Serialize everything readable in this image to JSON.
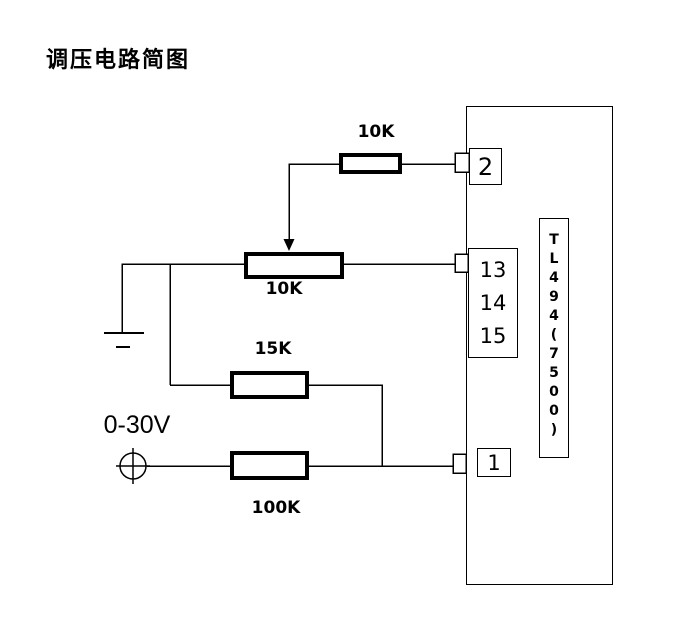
{
  "title": "调压电路简图",
  "input": {
    "label": "0-30V"
  },
  "resistors": {
    "top": "10K",
    "pot": "10K",
    "mid": "15K",
    "bottom": "100K"
  },
  "ic": {
    "name": "TL494(7500)",
    "pin_top": "2",
    "pin_group": [
      "13",
      "14",
      "15"
    ],
    "pin_bottom": "1"
  },
  "colors": {
    "ink": "#000000",
    "background": "#ffffff"
  }
}
